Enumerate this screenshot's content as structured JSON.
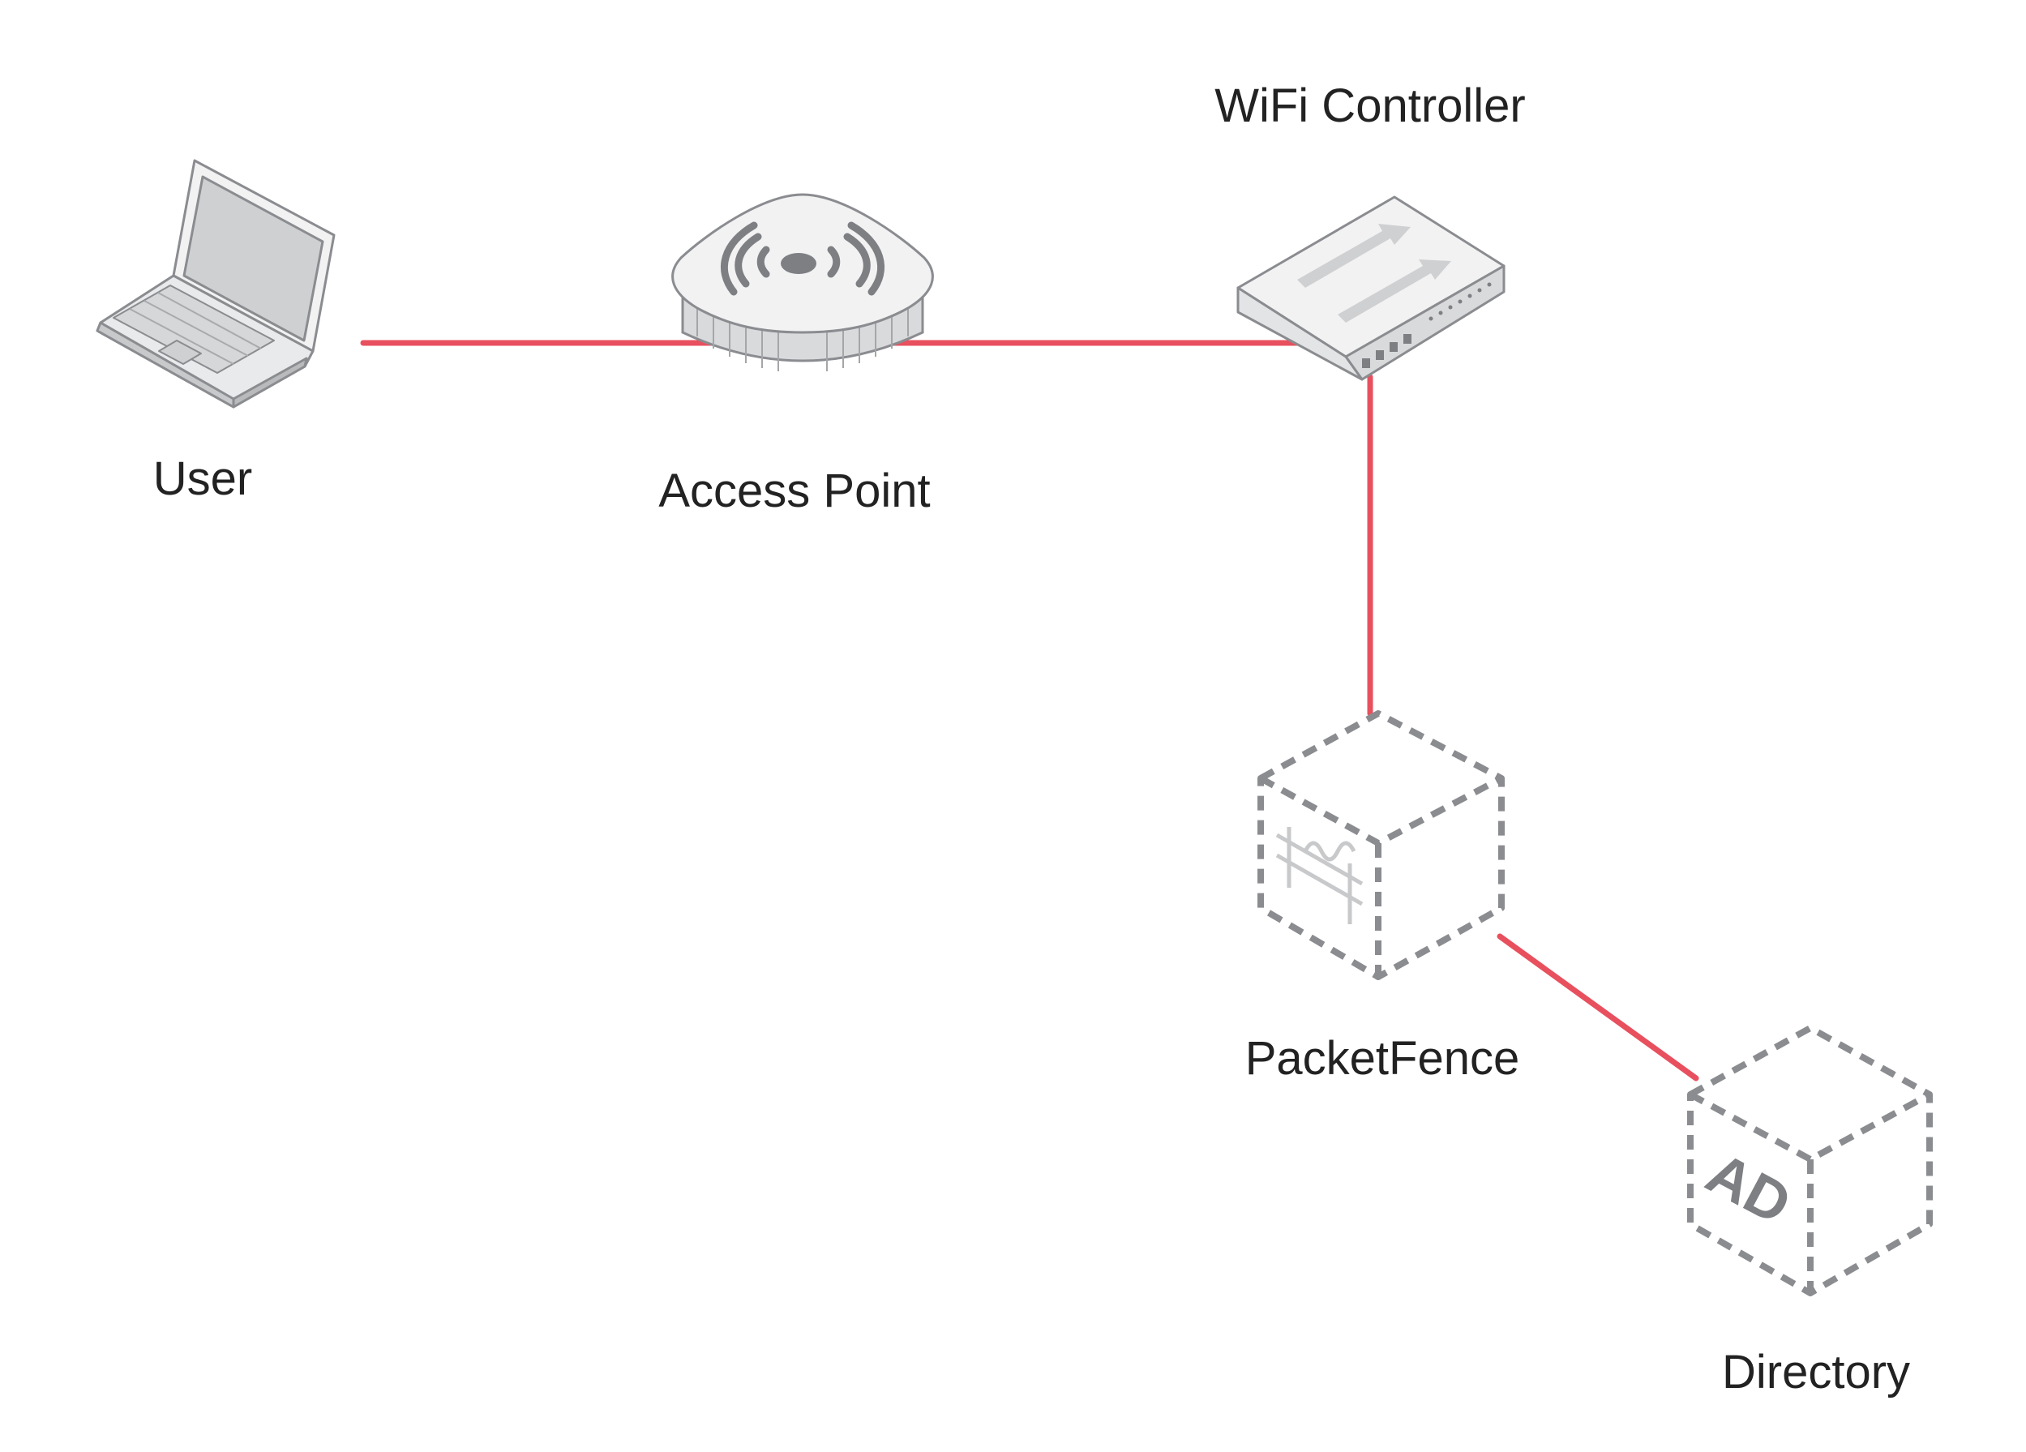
{
  "colors": {
    "link": "#e8505e",
    "device_stroke": "#8a8c90",
    "device_fill": "#f2f2f3",
    "device_mid": "#d9dadc",
    "device_dark": "#7d7f83",
    "label": "#222222"
  },
  "nodes": {
    "user": {
      "label": "User",
      "icon": "laptop-icon"
    },
    "access_point": {
      "label": "Access Point",
      "icon": "wireless-access-point-icon"
    },
    "wifi_controller": {
      "label": "WiFi Controller",
      "icon": "network-switch-icon"
    },
    "packetfence": {
      "label": "PacketFence",
      "icon": "packetfence-cube-icon"
    },
    "directory": {
      "label": "Directory",
      "icon": "directory-cube-icon",
      "badge": "AD"
    }
  },
  "links": [
    {
      "from": "user",
      "to": "access_point"
    },
    {
      "from": "access_point",
      "to": "wifi_controller"
    },
    {
      "from": "wifi_controller",
      "to": "packetfence"
    },
    {
      "from": "packetfence",
      "to": "directory"
    }
  ]
}
